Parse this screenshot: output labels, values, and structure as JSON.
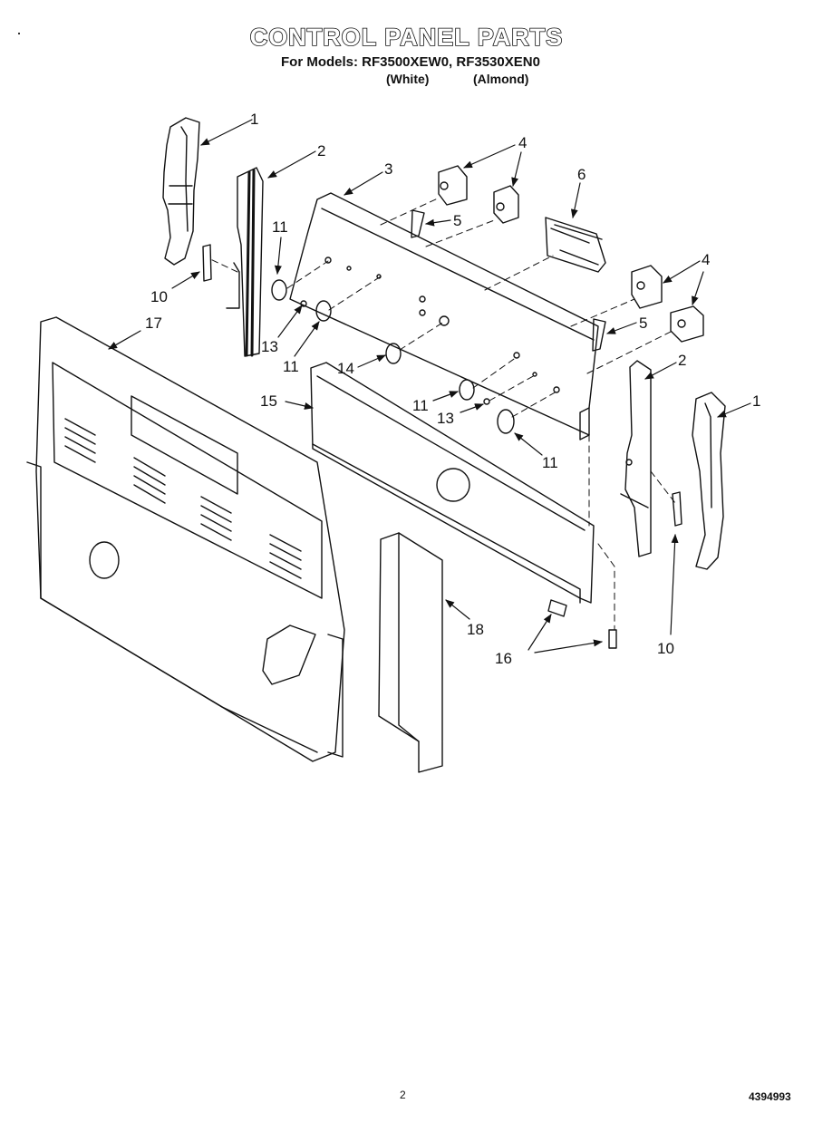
{
  "header": {
    "title": "CONTROL PANEL PARTS",
    "models_line": "For Models: RF3500XEW0, RF3530XEN0",
    "variant_white": "(White)",
    "variant_almond": "(Almond)"
  },
  "callouts": [
    {
      "id": "c1a",
      "label": "1"
    },
    {
      "id": "c2a",
      "label": "2"
    },
    {
      "id": "c3",
      "label": "3"
    },
    {
      "id": "c4a",
      "label": "4"
    },
    {
      "id": "c5a",
      "label": "5"
    },
    {
      "id": "c6",
      "label": "6"
    },
    {
      "id": "c11a",
      "label": "11"
    },
    {
      "id": "c10a",
      "label": "10"
    },
    {
      "id": "c17",
      "label": "17"
    },
    {
      "id": "c13a",
      "label": "13"
    },
    {
      "id": "c11b",
      "label": "11"
    },
    {
      "id": "c4b",
      "label": "4"
    },
    {
      "id": "c5b",
      "label": "5"
    },
    {
      "id": "c2b",
      "label": "2"
    },
    {
      "id": "c14",
      "label": "14"
    },
    {
      "id": "c15",
      "label": "15"
    },
    {
      "id": "c11c",
      "label": "11"
    },
    {
      "id": "c13b",
      "label": "13"
    },
    {
      "id": "c11d",
      "label": "11"
    },
    {
      "id": "c1b",
      "label": "1"
    },
    {
      "id": "c18",
      "label": "18"
    },
    {
      "id": "c16",
      "label": "16"
    },
    {
      "id": "c10b",
      "label": "10"
    }
  ],
  "footer": {
    "page_number": "2",
    "doc_number": "4394993"
  }
}
